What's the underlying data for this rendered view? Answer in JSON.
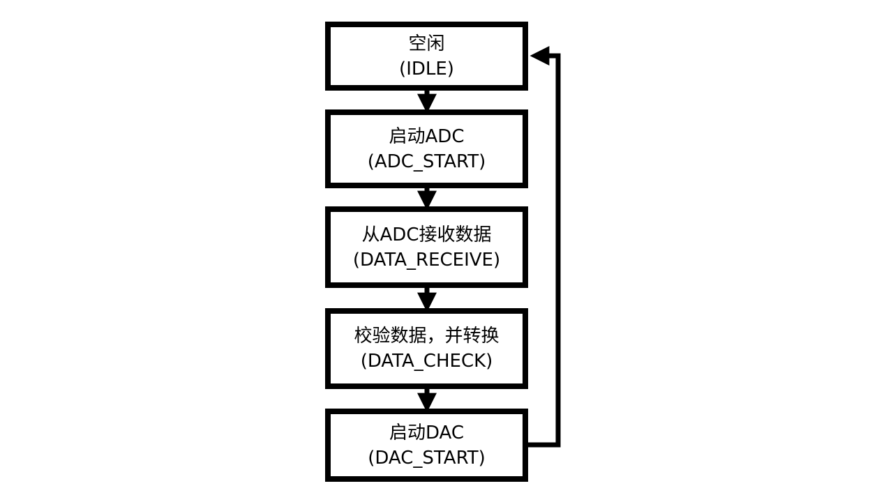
{
  "diagram": {
    "type": "state-flowchart",
    "colors": {
      "stroke": "#000000",
      "fill": "#ffffff",
      "text": "#000000"
    },
    "states": [
      {
        "id": "IDLE",
        "label": "空闲",
        "code": "(IDLE)"
      },
      {
        "id": "ADC_START",
        "label": "启动ADC",
        "code": "(ADC_START)"
      },
      {
        "id": "DATA_RECEIVE",
        "label": "从ADC接收数据",
        "code": "(DATA_RECEIVE)"
      },
      {
        "id": "DATA_CHECK",
        "label": "校验数据，并转换",
        "code": "(DATA_CHECK)"
      },
      {
        "id": "DAC_START",
        "label": "启动DAC",
        "code": "(DAC_START)"
      }
    ],
    "transitions": [
      {
        "from": "IDLE",
        "to": "ADC_START"
      },
      {
        "from": "ADC_START",
        "to": "DATA_RECEIVE"
      },
      {
        "from": "DATA_RECEIVE",
        "to": "DATA_CHECK"
      },
      {
        "from": "DATA_CHECK",
        "to": "DAC_START"
      },
      {
        "from": "DAC_START",
        "to": "IDLE"
      }
    ]
  }
}
